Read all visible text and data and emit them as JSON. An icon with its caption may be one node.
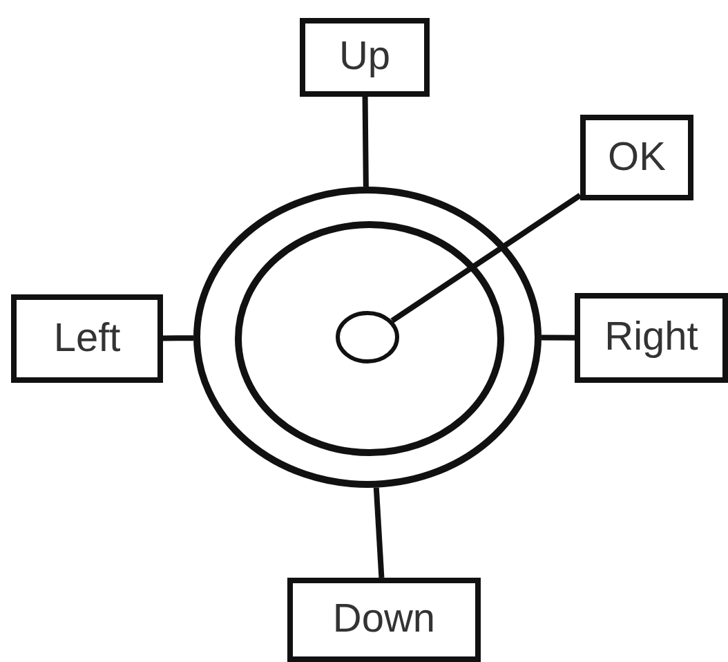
{
  "diagram": {
    "nodes": [
      {
        "text": [
          "Up"
        ]
      },
      {
        "text": [
          "OK"
        ]
      },
      {
        "text": [],
        "shape": "circle"
      },
      {
        "text": [],
        "shape": "circle",
        "in": 2
      },
      {
        "text": [],
        "shape": "circle",
        "in": 3
      },
      {
        "text": [
          "Left"
        ]
      },
      {
        "text": [
          "Right"
        ]
      },
      {
        "text": [
          "Down"
        ]
      }
    ],
    "edges": [
      {
        "from": 0,
        "to": 2,
        "arrow": "none"
      },
      {
        "from": 1,
        "to": 4,
        "arrow": "none"
      },
      {
        "from": 5,
        "to": 2,
        "arrow": "none"
      },
      {
        "from": 6,
        "to": 2,
        "arrow": "none"
      },
      {
        "from": 7,
        "to": 2,
        "arrow": "none"
      }
    ]
  }
}
